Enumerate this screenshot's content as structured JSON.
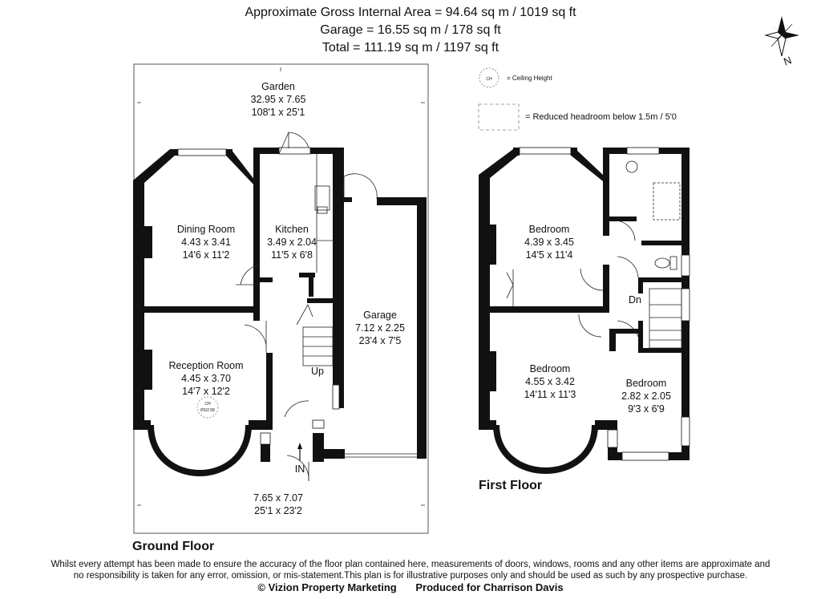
{
  "header": {
    "line1": "Approximate Gross Internal Area = 94.64 sq m / 1019 sq ft",
    "line2": "Garage = 16.55 sq m / 178 sq ft",
    "line3": "Total = 111.19 sq m / 1197 sq ft"
  },
  "compass": {
    "label": "N"
  },
  "legend": {
    "ch_symbol": "CH",
    "ch_label": "= Ceiling Height",
    "reduced_label": "= Reduced headroom below 1.5m / 5'0"
  },
  "ground_floor": {
    "title": "Ground Floor",
    "garden": {
      "name": "Garden",
      "metric": "32.95 x 7.65",
      "imperial": "108'1 x 25'1"
    },
    "front": {
      "metric": "7.65 x 7.07",
      "imperial": "25'1 x 23'2"
    },
    "dining": {
      "name": "Dining Room",
      "metric": "4.43 x 3.41",
      "imperial": "14'6 x 11'2"
    },
    "kitchen": {
      "name": "Kitchen",
      "metric": "3.49 x 2.04",
      "imperial": "11'5 x 6'8"
    },
    "garage": {
      "name": "Garage",
      "metric": "7.12 x 2.25",
      "imperial": "23'4 x 7'5"
    },
    "reception": {
      "name": "Reception Room",
      "metric": "4.45 x 3.70",
      "imperial": "14'7 x 12'2",
      "ch_symbol": "CH",
      "ch_value": "8'6/2.58"
    },
    "stairs_label": "Up",
    "entrance_label": "IN"
  },
  "first_floor": {
    "title": "First Floor",
    "bedroom1": {
      "name": "Bedroom",
      "metric": "4.39 x 3.45",
      "imperial": "14'5 x 11'4"
    },
    "bedroom2": {
      "name": "Bedroom",
      "metric": "4.55 x 3.42",
      "imperial": "14'11 x 11'3"
    },
    "bedroom3": {
      "name": "Bedroom",
      "metric": "2.82 x 2.05",
      "imperial": "9'3 x 6'9"
    },
    "stairs_label": "Dn"
  },
  "footer": {
    "disclaimer1": "Whilst every attempt has been made to ensure the accuracy of the floor plan contained here, measurements of doors, windows, rooms and any other items are approximate and",
    "disclaimer2": "no responsibility is taken for any error, omission, or mis-statement.This plan is for illustrative purposes only and should be used as such by any prospective purchase.",
    "copyright": "© Vizion Property Marketing",
    "produced": "Produced for Charrison Davis"
  }
}
